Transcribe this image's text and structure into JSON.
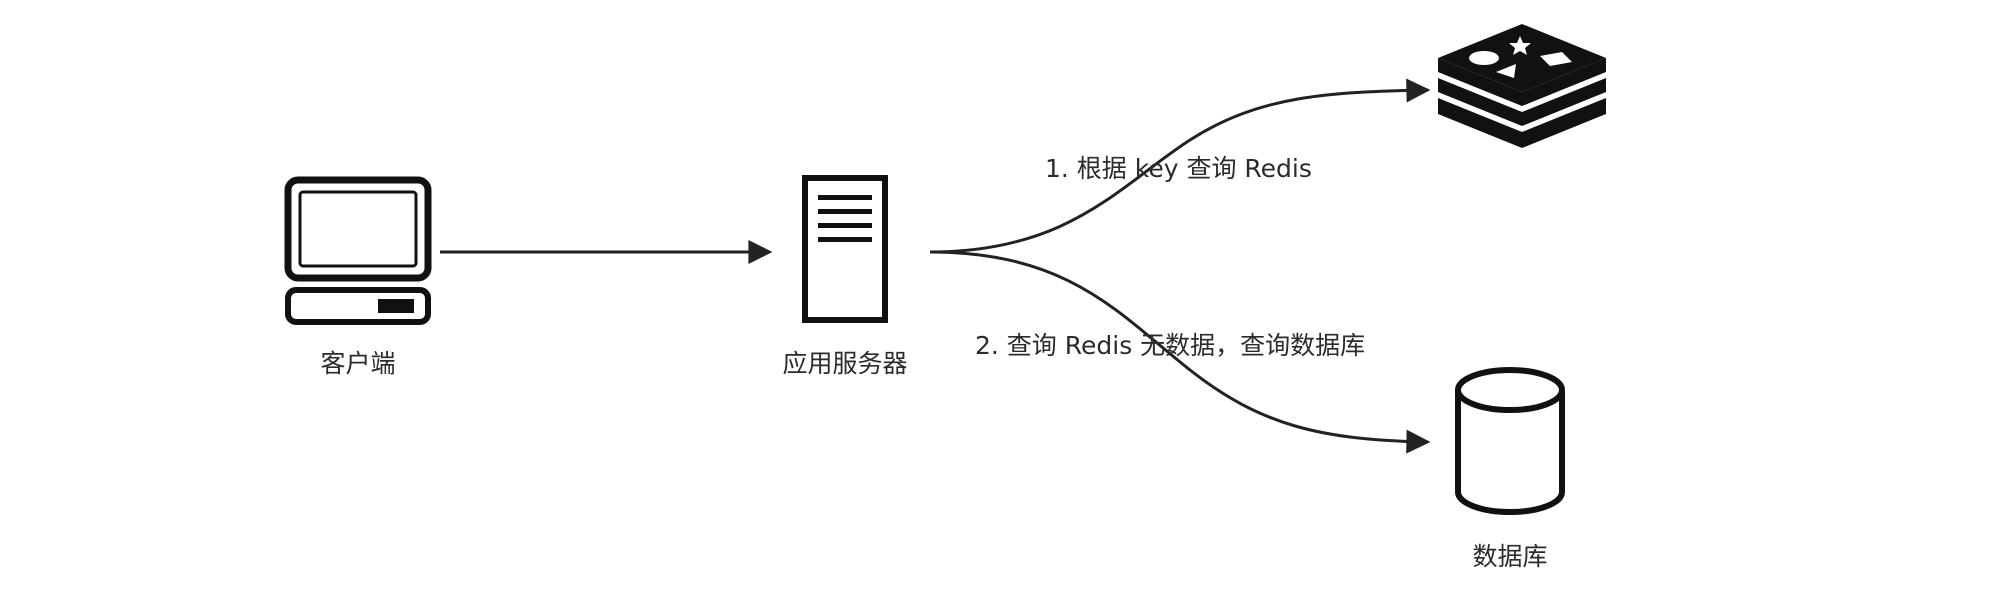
{
  "nodes": {
    "client": {
      "label": "客户端",
      "icon": "desktop-computer-icon"
    },
    "app_server": {
      "label": "应用服务器",
      "icon": "server-icon"
    },
    "redis": {
      "label": "",
      "icon": "redis-logo-icon"
    },
    "database": {
      "label": "数据库",
      "icon": "database-cylinder-icon"
    }
  },
  "edges": {
    "client_to_server": {
      "label": ""
    },
    "server_to_redis": {
      "label": "1. 根据 key 查询 Redis"
    },
    "server_to_database": {
      "label": "2. 查询 Redis 无数据，查询数据库"
    }
  },
  "colors": {
    "stroke": "#222222",
    "icon_fill": "#111111",
    "text": "#2b2b2b",
    "background": "#ffffff"
  }
}
